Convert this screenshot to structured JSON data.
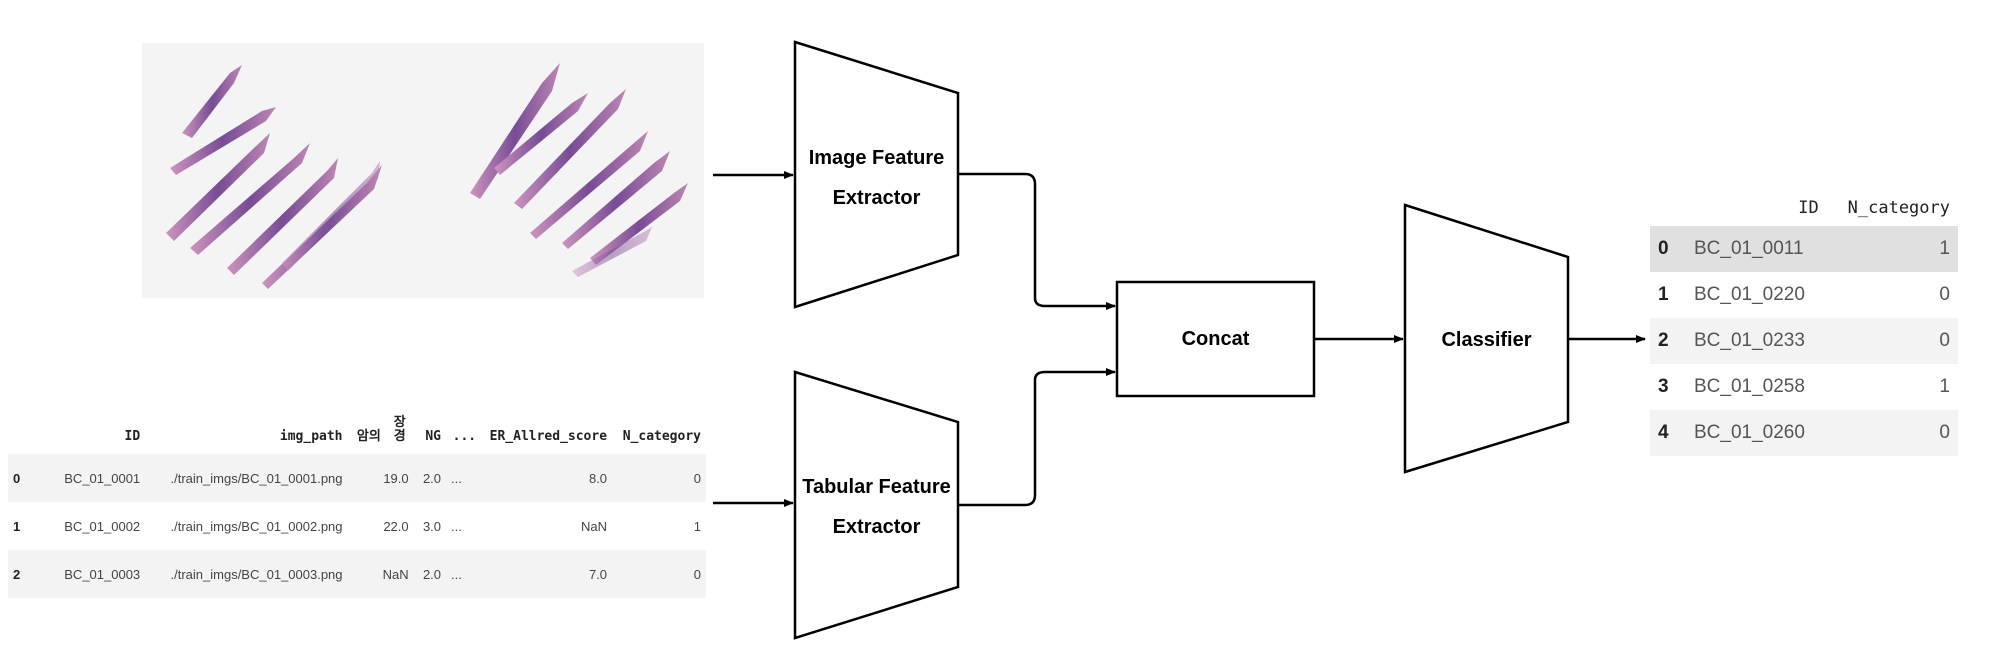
{
  "diagram": {
    "image_extractor_line1": "Image Feature",
    "image_extractor_line2": "Extractor",
    "tabular_extractor_line1": "Tabular Feature",
    "tabular_extractor_line2": "Extractor",
    "concat": "Concat",
    "classifier": "Classifier"
  },
  "input_table": {
    "columns": {
      "id": "ID",
      "img_path": "img_path",
      "kr1_line1": "암의",
      "kr1_line2": "",
      "kr2_line1": "장",
      "kr2_line2": "경",
      "ng": "NG",
      "ellipsis": "...",
      "er": "ER_Allred_score",
      "ncat": "N_category"
    },
    "rows": [
      {
        "idx": "0",
        "id": "BC_01_0001",
        "img_path": "./train_imgs/BC_01_0001.png",
        "size": "19.0",
        "ng": "2.0",
        "dots": "...",
        "er": "8.0",
        "ncat": "0"
      },
      {
        "idx": "1",
        "id": "BC_01_0002",
        "img_path": "./train_imgs/BC_01_0002.png",
        "size": "22.0",
        "ng": "3.0",
        "dots": "...",
        "er": "NaN",
        "ncat": "1"
      },
      {
        "idx": "2",
        "id": "BC_01_0003",
        "img_path": "./train_imgs/BC_01_0003.png",
        "size": "NaN",
        "ng": "2.0",
        "dots": "...",
        "er": "7.0",
        "ncat": "0"
      }
    ]
  },
  "output_table": {
    "columns": {
      "id": "ID",
      "ncat": "N_category"
    },
    "rows": [
      {
        "idx": "0",
        "id": "BC_01_0011",
        "ncat": "1"
      },
      {
        "idx": "1",
        "id": "BC_01_0220",
        "ncat": "0"
      },
      {
        "idx": "2",
        "id": "BC_01_0233",
        "ncat": "0"
      },
      {
        "idx": "3",
        "id": "BC_01_0258",
        "ncat": "1"
      },
      {
        "idx": "4",
        "id": "BC_01_0260",
        "ncat": "0"
      }
    ]
  },
  "colors": {
    "stain_dark": "#5a2d7a",
    "stain_light": "#c98ab8",
    "stroke": "#000000",
    "row_shade": "#f3f3f3",
    "row_highlight": "#e0e0e0"
  }
}
